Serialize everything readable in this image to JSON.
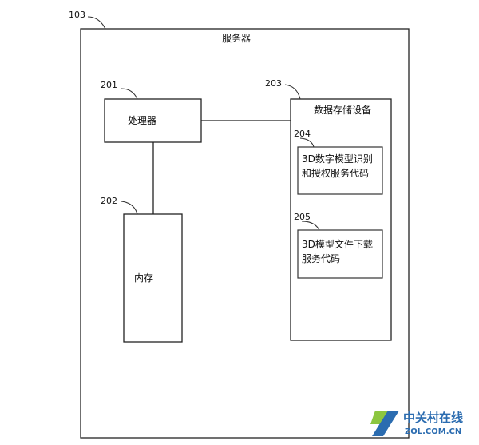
{
  "server": {
    "ref": "103",
    "label": "服务器"
  },
  "processor": {
    "ref": "201",
    "label": "处理器"
  },
  "memory": {
    "ref": "202",
    "label": "内存"
  },
  "storage": {
    "ref": "203",
    "label": "数据存储设备"
  },
  "code_recognition": {
    "ref": "204",
    "line1": "3D数字模型识别",
    "line2": "和授权服务代码"
  },
  "code_download": {
    "ref": "205",
    "line1": "3D模型文件下载",
    "line2": "服务代码"
  },
  "watermark": {
    "name": "中关村在线",
    "domain": "ZOL.COM.CN",
    "colors": {
      "blue": "#2b6cb0",
      "green": "#8cc63f"
    }
  }
}
